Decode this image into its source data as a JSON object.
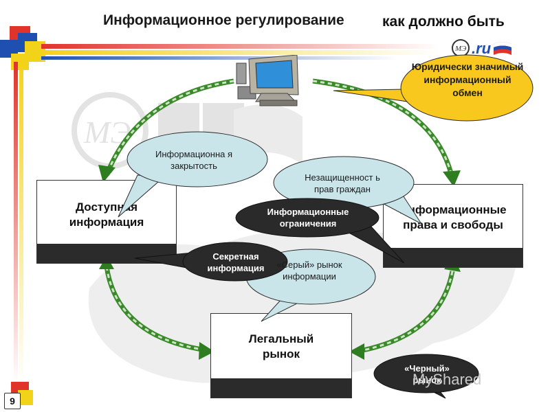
{
  "header": {
    "title": "Информационное регулирование",
    "subtitle": "как должно быть"
  },
  "boxes": {
    "available_info": "Доступная информация",
    "info_rights": "Информационные права и свободы",
    "legal_market": "Легальный рынок"
  },
  "bubbles": {
    "legal_exchange": "Юридически значимый информационный обмен",
    "info_closedness": "Информационна я закрытость",
    "unprotected_rights": "Незащищенност ь прав граждан",
    "info_restrictions": "Информационные ограничения",
    "secret_info": "Секретная информация",
    "grey_market": "«Серый» рынок информации",
    "black_market": "«Черный» рынок"
  },
  "footer": {
    "page_number": "9",
    "watermark": "MyShared"
  },
  "colors": {
    "arrow_green": "#3a8a2a",
    "arrow_dash": "#cfe3c8",
    "bubble_blue": "#c9e5ea",
    "bubble_dark": "#2a2a2a",
    "bubble_yellow": "#f9c81e",
    "accent_red": "#e0342a",
    "accent_blue": "#1f4fb0",
    "accent_yellow": "#f3d21a"
  },
  "icons": [
    "computer-icon",
    "mert-logo-icon",
    "russia-flag-icon"
  ]
}
